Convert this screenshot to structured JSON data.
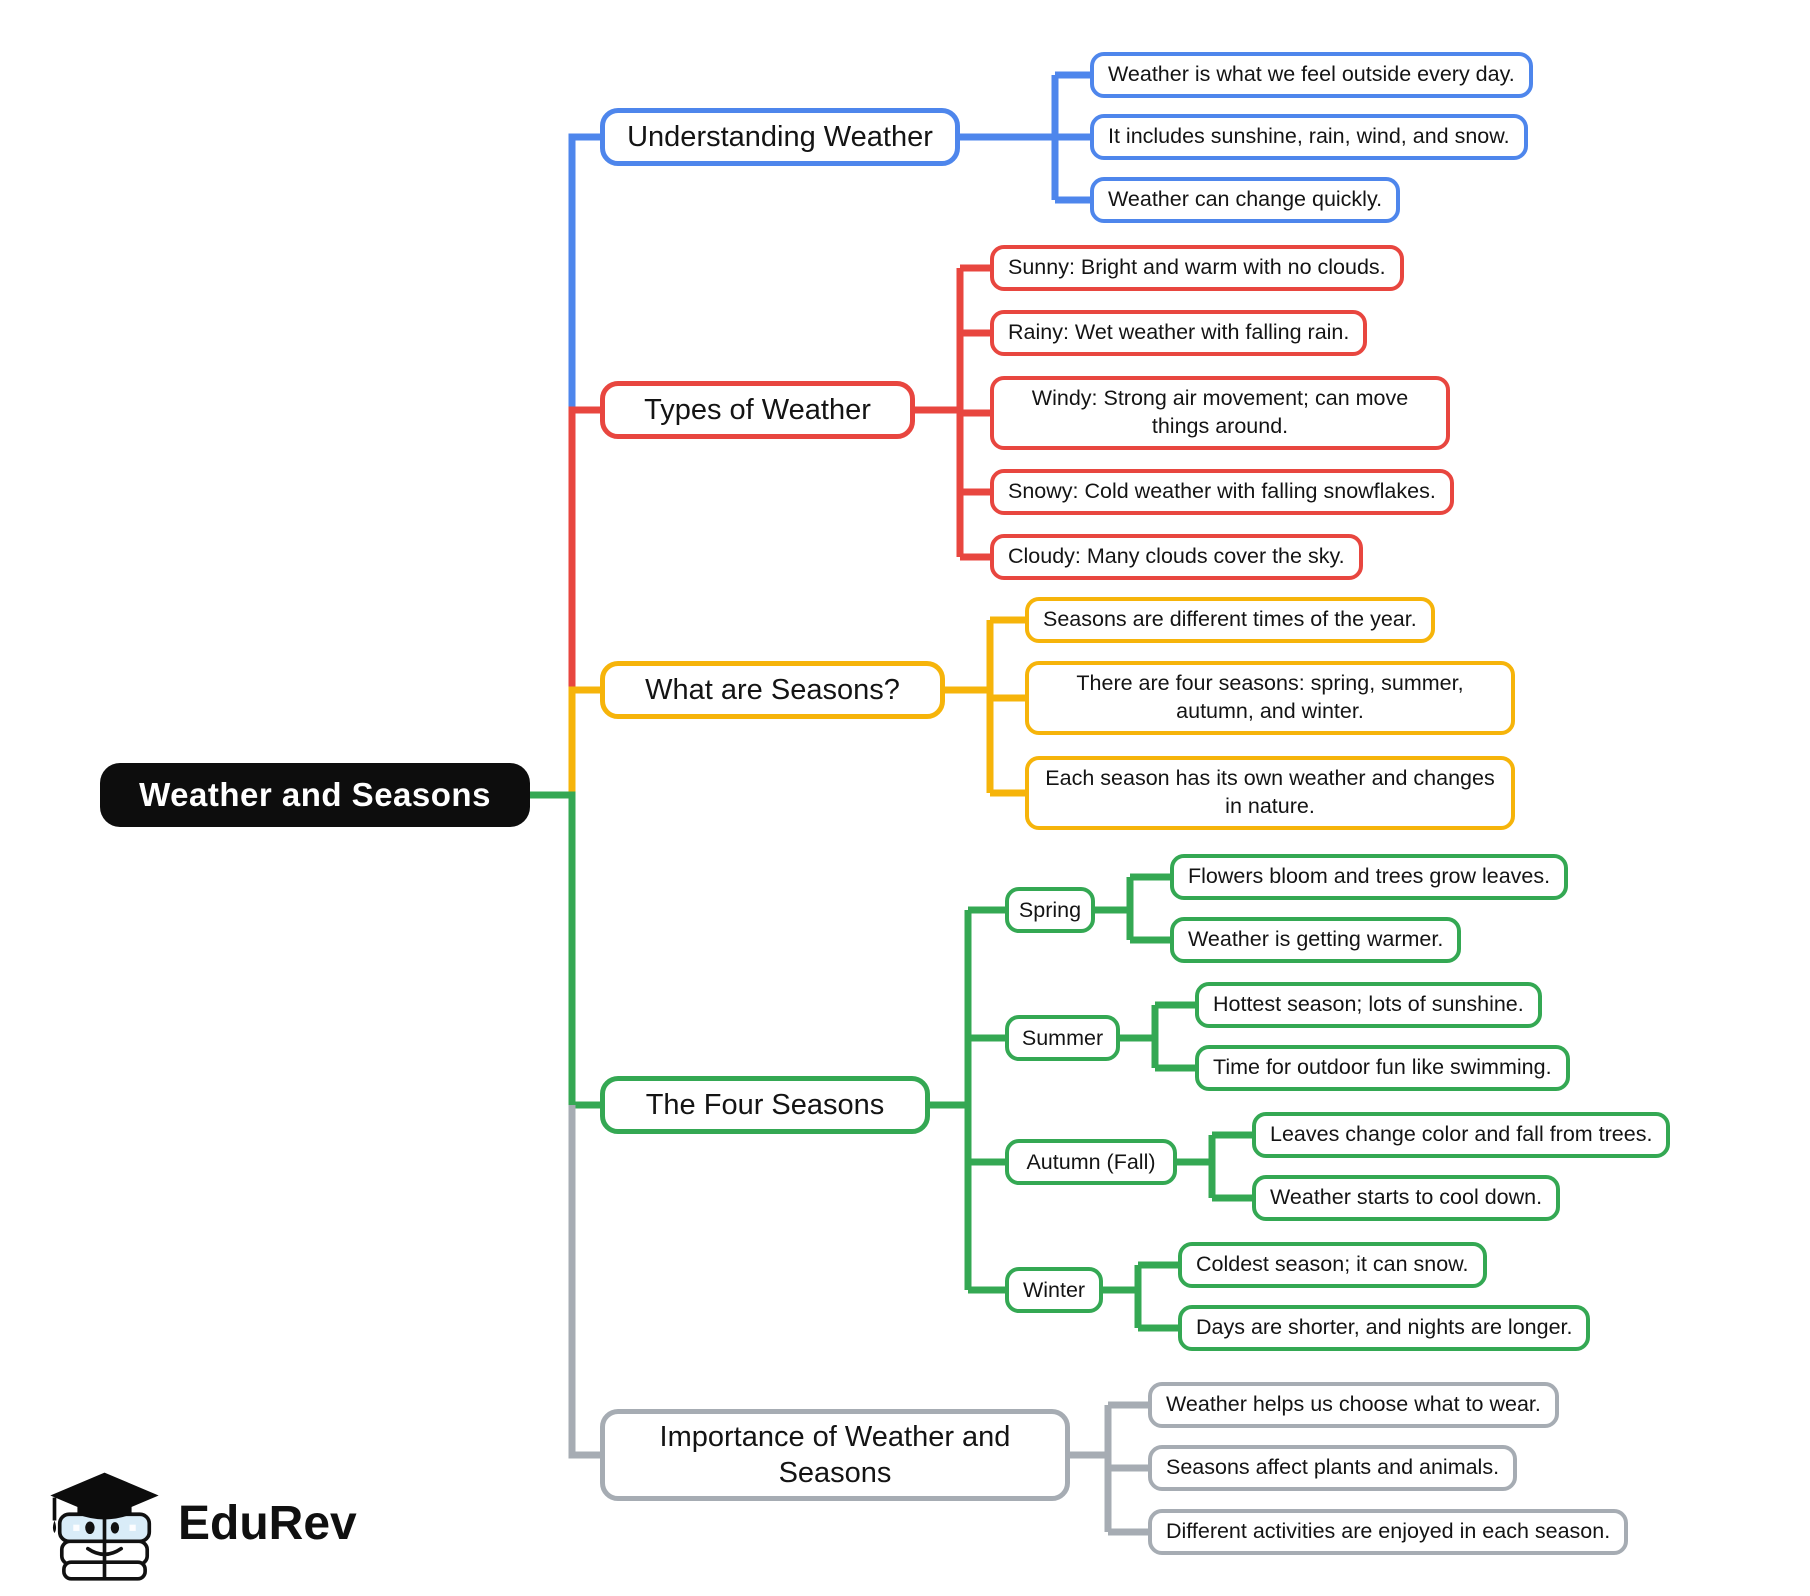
{
  "root": {
    "label": "Weather and Seasons"
  },
  "branches": [
    {
      "label": "Understanding Weather",
      "color": "#4e86ec",
      "children": [
        {
          "text": "Weather is what we feel outside every day."
        },
        {
          "text": "It includes sunshine, rain, wind, and snow."
        },
        {
          "text": "Weather can change quickly."
        }
      ]
    },
    {
      "label": "Types of Weather",
      "color": "#e8463f",
      "children": [
        {
          "text": "Sunny: Bright and warm with no clouds."
        },
        {
          "text": "Rainy: Wet weather with falling rain."
        },
        {
          "text": "Windy: Strong air movement; can move things around."
        },
        {
          "text": "Snowy: Cold weather with falling snowflakes."
        },
        {
          "text": "Cloudy: Many clouds cover the sky."
        }
      ]
    },
    {
      "label": "What are Seasons?",
      "color": "#f6b40a",
      "children": [
        {
          "text": "Seasons are different times of the year."
        },
        {
          "text": "There are four seasons: spring, summer, autumn, and winter."
        },
        {
          "text": "Each season has its own weather and changes in nature."
        }
      ]
    },
    {
      "label": "The Four Seasons",
      "color": "#34a853",
      "children": [
        {
          "label": "Spring",
          "children": [
            {
              "text": "Flowers bloom and trees grow leaves."
            },
            {
              "text": "Weather is getting warmer."
            }
          ]
        },
        {
          "label": "Summer",
          "children": [
            {
              "text": "Hottest season; lots of sunshine."
            },
            {
              "text": "Time for outdoor fun like swimming."
            }
          ]
        },
        {
          "label": "Autumn (Fall)",
          "children": [
            {
              "text": "Leaves change color and fall from trees."
            },
            {
              "text": "Weather starts to cool down."
            }
          ]
        },
        {
          "label": "Winter",
          "children": [
            {
              "text": "Coldest season; it can snow."
            },
            {
              "text": "Days are shorter, and nights are longer."
            }
          ]
        }
      ]
    },
    {
      "label": "Importance of Weather and Seasons",
      "color": "#a6acb3",
      "children": [
        {
          "text": "Weather helps us choose what to wear."
        },
        {
          "text": "Seasons affect plants and animals."
        },
        {
          "text": "Different activities are enjoyed in each season."
        }
      ]
    }
  ],
  "colors": {
    "blue": "#4e86ec",
    "red": "#e8463f",
    "yellow": "#f6b40a",
    "green": "#34a853",
    "gray": "#a6acb3",
    "root_background": "#0d0d0d",
    "root_text": "#ffffff"
  },
  "logo": {
    "brand": "EduRev"
  }
}
